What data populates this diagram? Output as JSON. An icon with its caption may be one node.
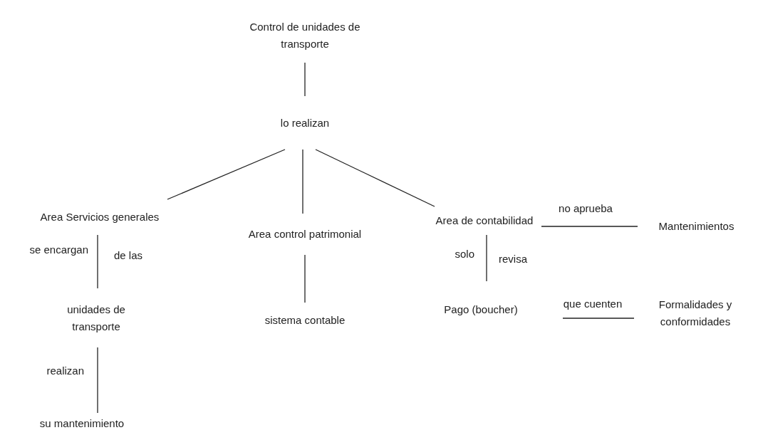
{
  "diagram": {
    "nodes": [
      {
        "text": [
          "Control de unidades de transporte"
        ]
      },
      {
        "text": [
          "lo realizan"
        ]
      },
      {
        "text": [
          "Area Servicios generales"
        ]
      },
      {
        "text": [
          "Area control patrimonial"
        ]
      },
      {
        "text": [
          "Area de contabilidad"
        ]
      },
      {
        "text": [
          "unidades de transporte"
        ]
      },
      {
        "text": [
          "su  mantenimiento"
        ]
      },
      {
        "text": [
          "sistema contable"
        ]
      },
      {
        "text": [
          "Mantenimientos"
        ]
      },
      {
        "text": [
          "Pago (boucher)"
        ]
      },
      {
        "text": [
          "Formalidades y conformidades"
        ]
      }
    ],
    "edges": [
      {
        "from": 0,
        "to": 1,
        "arrow": "none"
      },
      {
        "from": 1,
        "to": 2,
        "arrow": "none"
      },
      {
        "from": 1,
        "to": 3,
        "arrow": "none"
      },
      {
        "from": 1,
        "to": 4,
        "arrow": "none"
      },
      {
        "from": 2,
        "to": 5,
        "arrow": "none",
        "label": "se encargan"
      },
      {
        "from": 5,
        "to": 6,
        "arrow": "none",
        "label": "realizan"
      },
      {
        "from": 3,
        "to": 7,
        "arrow": "none"
      },
      {
        "from": 4,
        "to": 8,
        "arrow": "none",
        "label": "no aprueba"
      },
      {
        "from": 4,
        "to": 9,
        "arrow": "none",
        "label": "solo"
      },
      {
        "from": 9,
        "to": 10,
        "arrow": "none",
        "label": "que cuenten"
      }
    ],
    "labels": [
      "de las",
      "revisa"
    ]
  }
}
